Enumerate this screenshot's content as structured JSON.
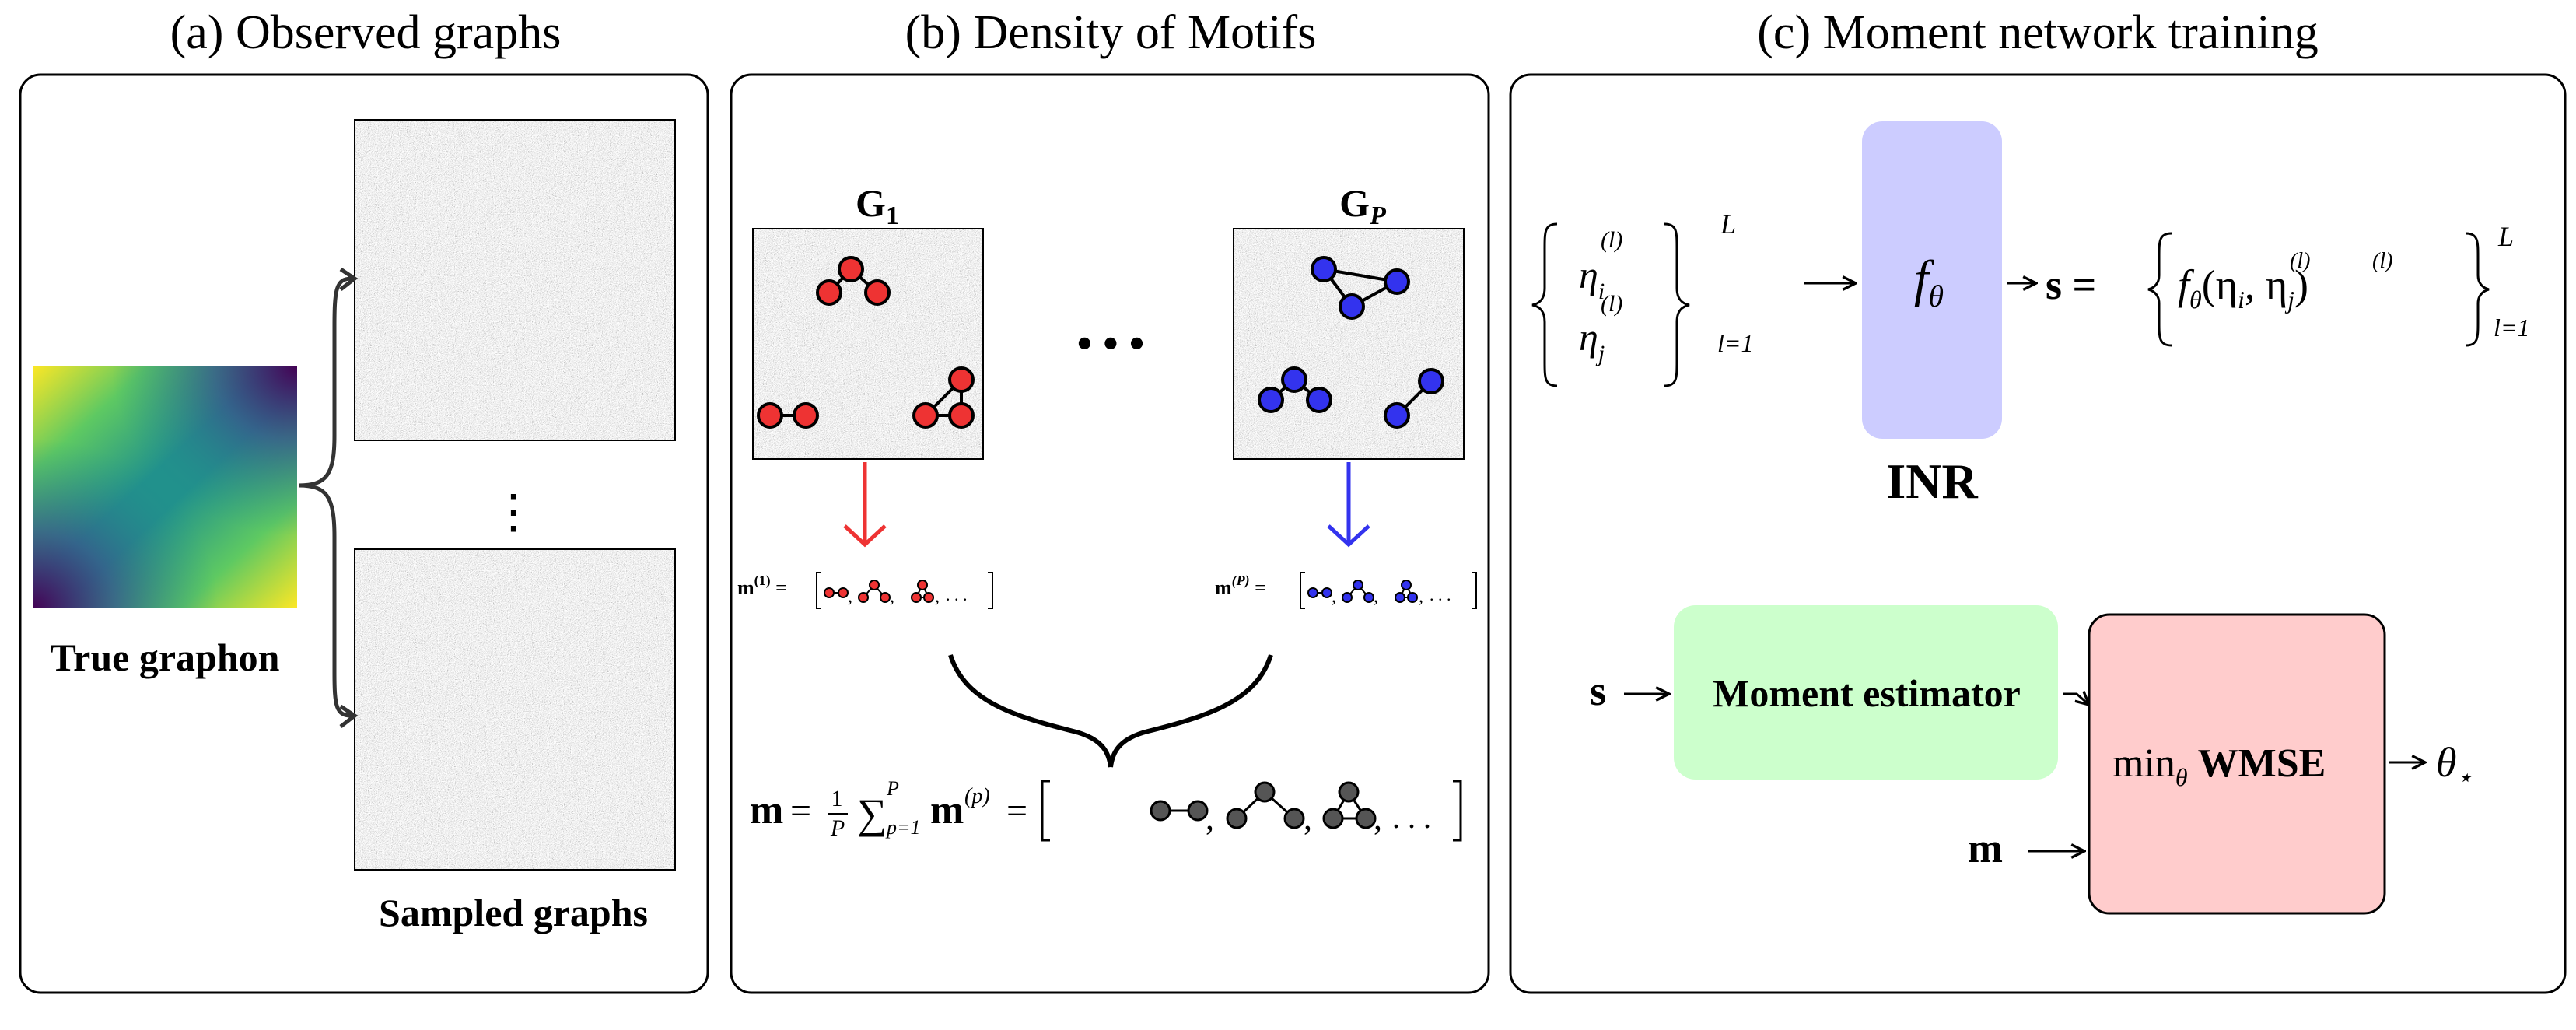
{
  "panels": [
    {
      "title": "(a) Observed graphs"
    },
    {
      "title": "(b) Density of Motifs"
    },
    {
      "title": "(c) Moment network training"
    }
  ],
  "panel_a": {
    "graphon_label": "True graphon",
    "sampled_label": "Sampled graphs",
    "vdots": "⋮"
  },
  "panel_b": {
    "graph_first_label": "G",
    "graph_first_sub": "1",
    "graph_last_label": "G",
    "graph_last_sub": "P",
    "ellipsis": "• • •",
    "moment_first": "m",
    "moment_first_sup": "(1)",
    "moment_last": "m",
    "moment_last_sup": "(P)",
    "avg_formula_m": "m",
    "avg_formula_eq": "=",
    "avg_formula_frac_num": "1",
    "avg_formula_frac_den": "P",
    "avg_formula_sum": "∑",
    "avg_formula_sum_top": "P",
    "avg_formula_sum_bot": "p=1",
    "avg_formula_mp": "m",
    "avg_formula_mp_sup": "(p)",
    "avg_formula_eq2": "=",
    "comma": ",",
    "dots": ". . ."
  },
  "panel_c": {
    "eta_i": "η",
    "eta_i_sub": "i",
    "eta_j": "η",
    "eta_j_sub": "j",
    "eta_sup": "(l)",
    "set_sup": "L",
    "set_sub": "l=1",
    "f_theta": "f",
    "theta_sub": "θ",
    "inr_label": "INR",
    "s_eq": "s =",
    "s_set_f": "f",
    "s_set_args": "(η",
    "s_set_i": "i",
    "s_set_comma": ", η",
    "s_set_j": "j",
    "s_set_close": ")",
    "s_input": "s",
    "moment_estimator": "Moment estimator",
    "wmse_min": "min",
    "wmse_sub": "θ",
    "wmse_label": "WMSE",
    "m_input": "m",
    "theta_star": "θ",
    "theta_star_sub": "⋆"
  },
  "colors": {
    "red_motif": "#ee3333",
    "blue_motif": "#3333ee",
    "gray_motif": "#555555",
    "inr_box": "#ccccff",
    "estimator_box": "#ccffcc",
    "wmse_box": "#ffcccc"
  }
}
